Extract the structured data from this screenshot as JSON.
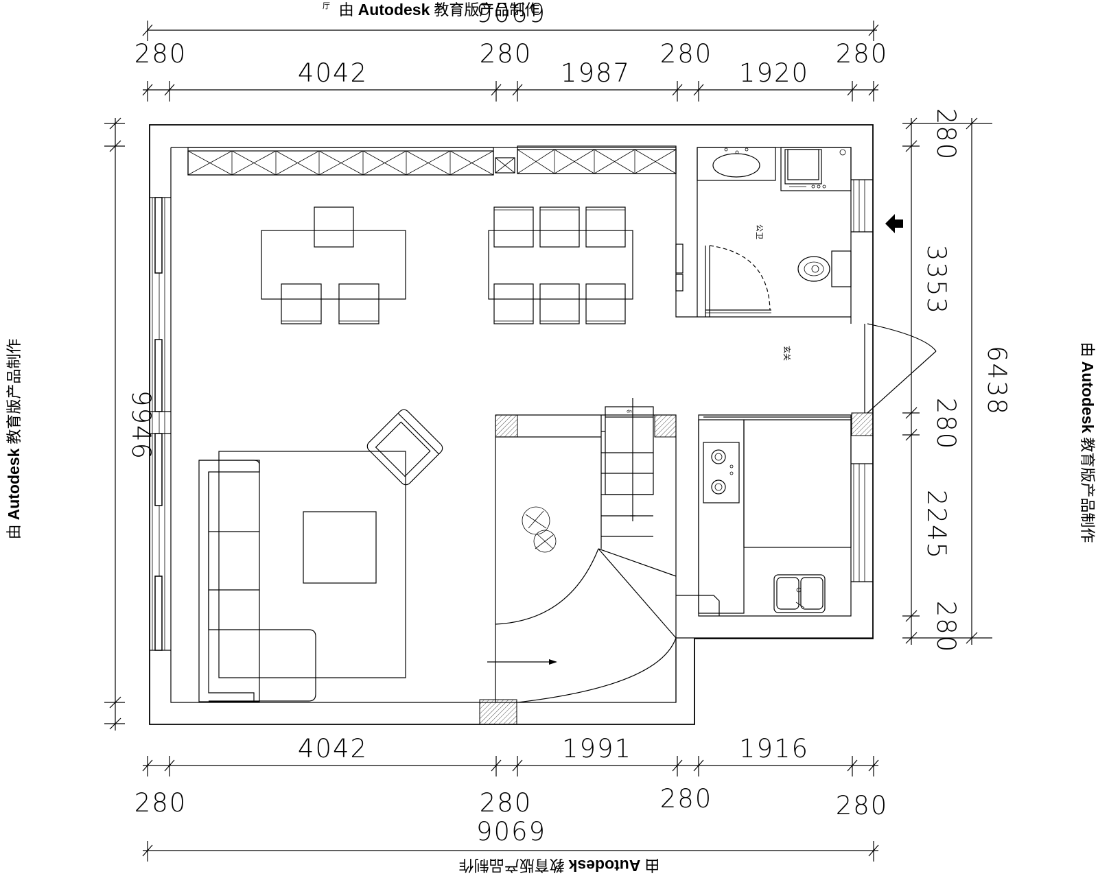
{
  "watermark": {
    "prefix": "由",
    "brand": "Autodesk",
    "suffix": "教育版产品制作"
  },
  "dimensions": {
    "top_total": "9069",
    "top_walls": [
      "280",
      "280",
      "280",
      "280"
    ],
    "top_rooms": [
      "4042",
      "1987",
      "1920"
    ],
    "bottom_total": "9069",
    "bottom_walls": [
      "280",
      "280",
      "280",
      "280"
    ],
    "bottom_rooms": [
      "4042",
      "1991",
      "1916"
    ],
    "left_total": "9946",
    "right_total": "6438",
    "right_walls": [
      "280",
      "280",
      "280"
    ],
    "right_rooms": [
      "3353",
      "2245"
    ]
  },
  "rooms": {
    "bathroom": "公卫",
    "entry": "玄关",
    "top_fragment": "厅"
  },
  "stair_label": "up"
}
